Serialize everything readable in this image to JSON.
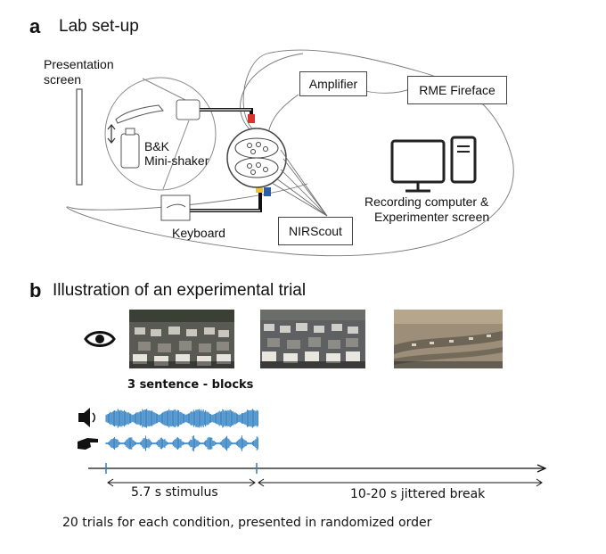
{
  "panel_a": {
    "letter": "a",
    "title": "Lab set-up",
    "presentation_screen": [
      "Presentation",
      "screen"
    ],
    "shaker": [
      "B&K",
      "Mini-shaker"
    ],
    "keyboard": "Keyboard",
    "amplifier": "Amplifier",
    "rme": "RME Fireface",
    "nirscout": "NIRScout",
    "recording": [
      "Recording computer &",
      "Experimenter screen"
    ],
    "icons": [
      "hand-icon",
      "monitor-icon",
      "tower-icon",
      "brain-cap-icon",
      "keyboard-icon"
    ],
    "colors": {
      "red_marker": "#d8332f",
      "yellow_marker": "#f2c12e",
      "blue_marker": "#2b5da8"
    }
  },
  "panel_b": {
    "letter": "b",
    "title": "Illustration of an experimental trial",
    "blocks_label": "3 sentence - blocks",
    "stimulus_label": "5.7 s stimulus",
    "break_label": "10-20 s jittered break",
    "footer": "20 trials for each condition, presented in randomized order",
    "icons": [
      "eye-icon",
      "speaker-icon",
      "pointing-hand-icon"
    ],
    "colors": {
      "waveform": "#2f7fc1"
    }
  }
}
